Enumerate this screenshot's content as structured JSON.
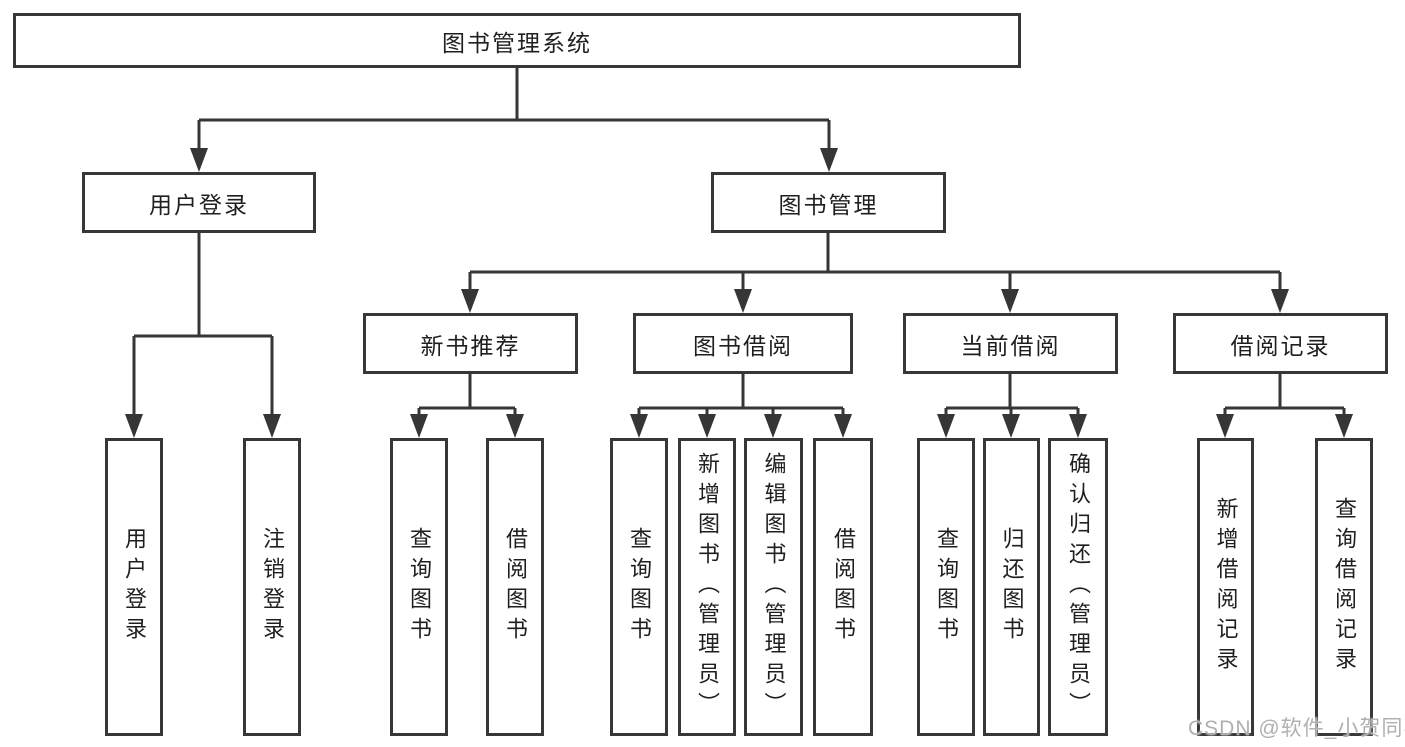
{
  "tree": {
    "label": "图书管理系统",
    "children": [
      {
        "label": "用户登录",
        "children": [
          {
            "label": "用户登录"
          },
          {
            "label": "注销登录"
          }
        ]
      },
      {
        "label": "图书管理",
        "children": [
          {
            "label": "新书推荐",
            "children": [
              {
                "label": "查询图书"
              },
              {
                "label": "借阅图书"
              }
            ]
          },
          {
            "label": "图书借阅",
            "children": [
              {
                "label": "查询图书"
              },
              {
                "label": "新增图书（管理员）"
              },
              {
                "label": "编辑图书（管理员）"
              },
              {
                "label": "借阅图书"
              }
            ]
          },
          {
            "label": "当前借阅",
            "children": [
              {
                "label": "查询图书"
              },
              {
                "label": "归还图书"
              },
              {
                "label": "确认归还（管理员）"
              }
            ]
          },
          {
            "label": "借阅记录",
            "children": [
              {
                "label": "新增借阅记录"
              },
              {
                "label": "查询借阅记录"
              }
            ]
          }
        ]
      }
    ]
  },
  "watermark": {
    "text": "CSDN @软件_小贺同学"
  },
  "colors": {
    "line": "#363636",
    "box_border": "#373737",
    "text": "#1f1f1f",
    "watermark": "#b0b0b0",
    "background": "#ffffff"
  }
}
